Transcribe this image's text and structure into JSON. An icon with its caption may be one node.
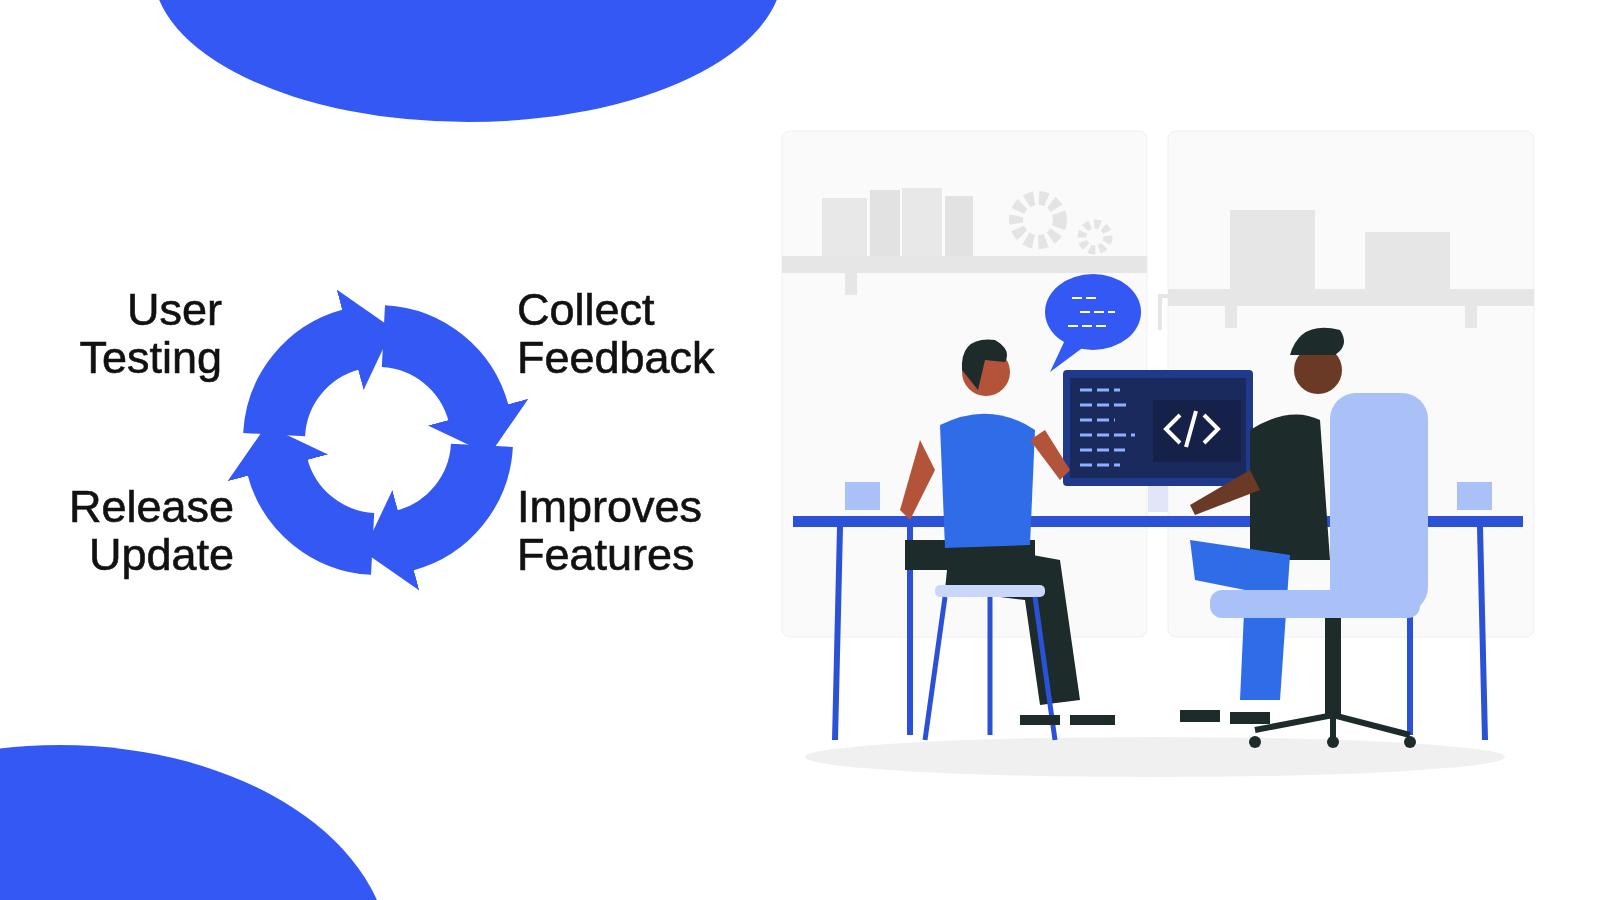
{
  "diagram": {
    "labels": [
      "User Testing",
      "Collect Feedback",
      "Release Update",
      "Improves Features"
    ]
  }
}
